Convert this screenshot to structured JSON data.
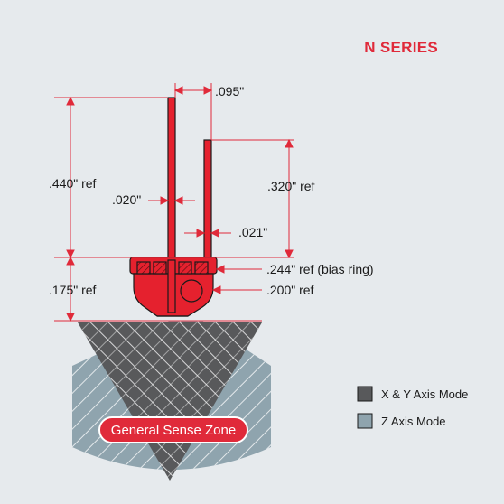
{
  "title": "N SERIES",
  "dimensions": {
    "pin_spacing": ".095\"",
    "overall_height": ".440\" ref",
    "pin_width": ".020\"",
    "short_pin_height": ".320\" ref",
    "short_pin_width": ".021\"",
    "bias_ring": ".244\" ref (bias ring)",
    "body_height": ".175\" ref",
    "body_width": ".200\" ref"
  },
  "sense_zone": {
    "label": "General Sense Zone"
  },
  "legend": [
    {
      "label": "X & Y Axis Mode",
      "color": "#58595b"
    },
    {
      "label": "Z Axis Mode",
      "color": "#8fa4ae"
    }
  ],
  "colors": {
    "accent": "#e02a3a",
    "sensor_red": "#e5212e",
    "dim_line": "#e02a3a",
    "xy_zone": "#58595b",
    "z_zone": "#8fa4ae"
  }
}
